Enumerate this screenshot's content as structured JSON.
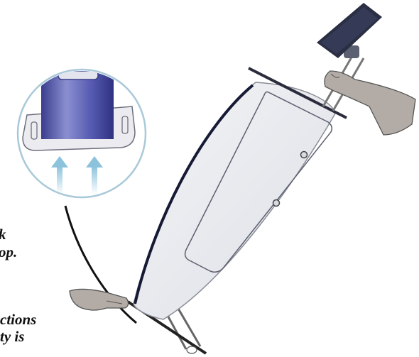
{
  "caption_fragments": [
    {
      "text": "k"
    },
    {
      "text": "op."
    },
    {
      "text": "ctions"
    },
    {
      "text": "ty is"
    }
  ],
  "colors": {
    "device_fill": "#e9ebef",
    "device_edge": "#161a35",
    "inset_ring": "#9fc3d6",
    "inset_body": "#4b4fa6",
    "arrow": "#9ccbe0",
    "skin": "#b3aca6",
    "outline": "#555555"
  },
  "icons": [
    "device-inset-callout",
    "lift-arrow-icon",
    "hand-icon",
    "monitor-icon"
  ]
}
